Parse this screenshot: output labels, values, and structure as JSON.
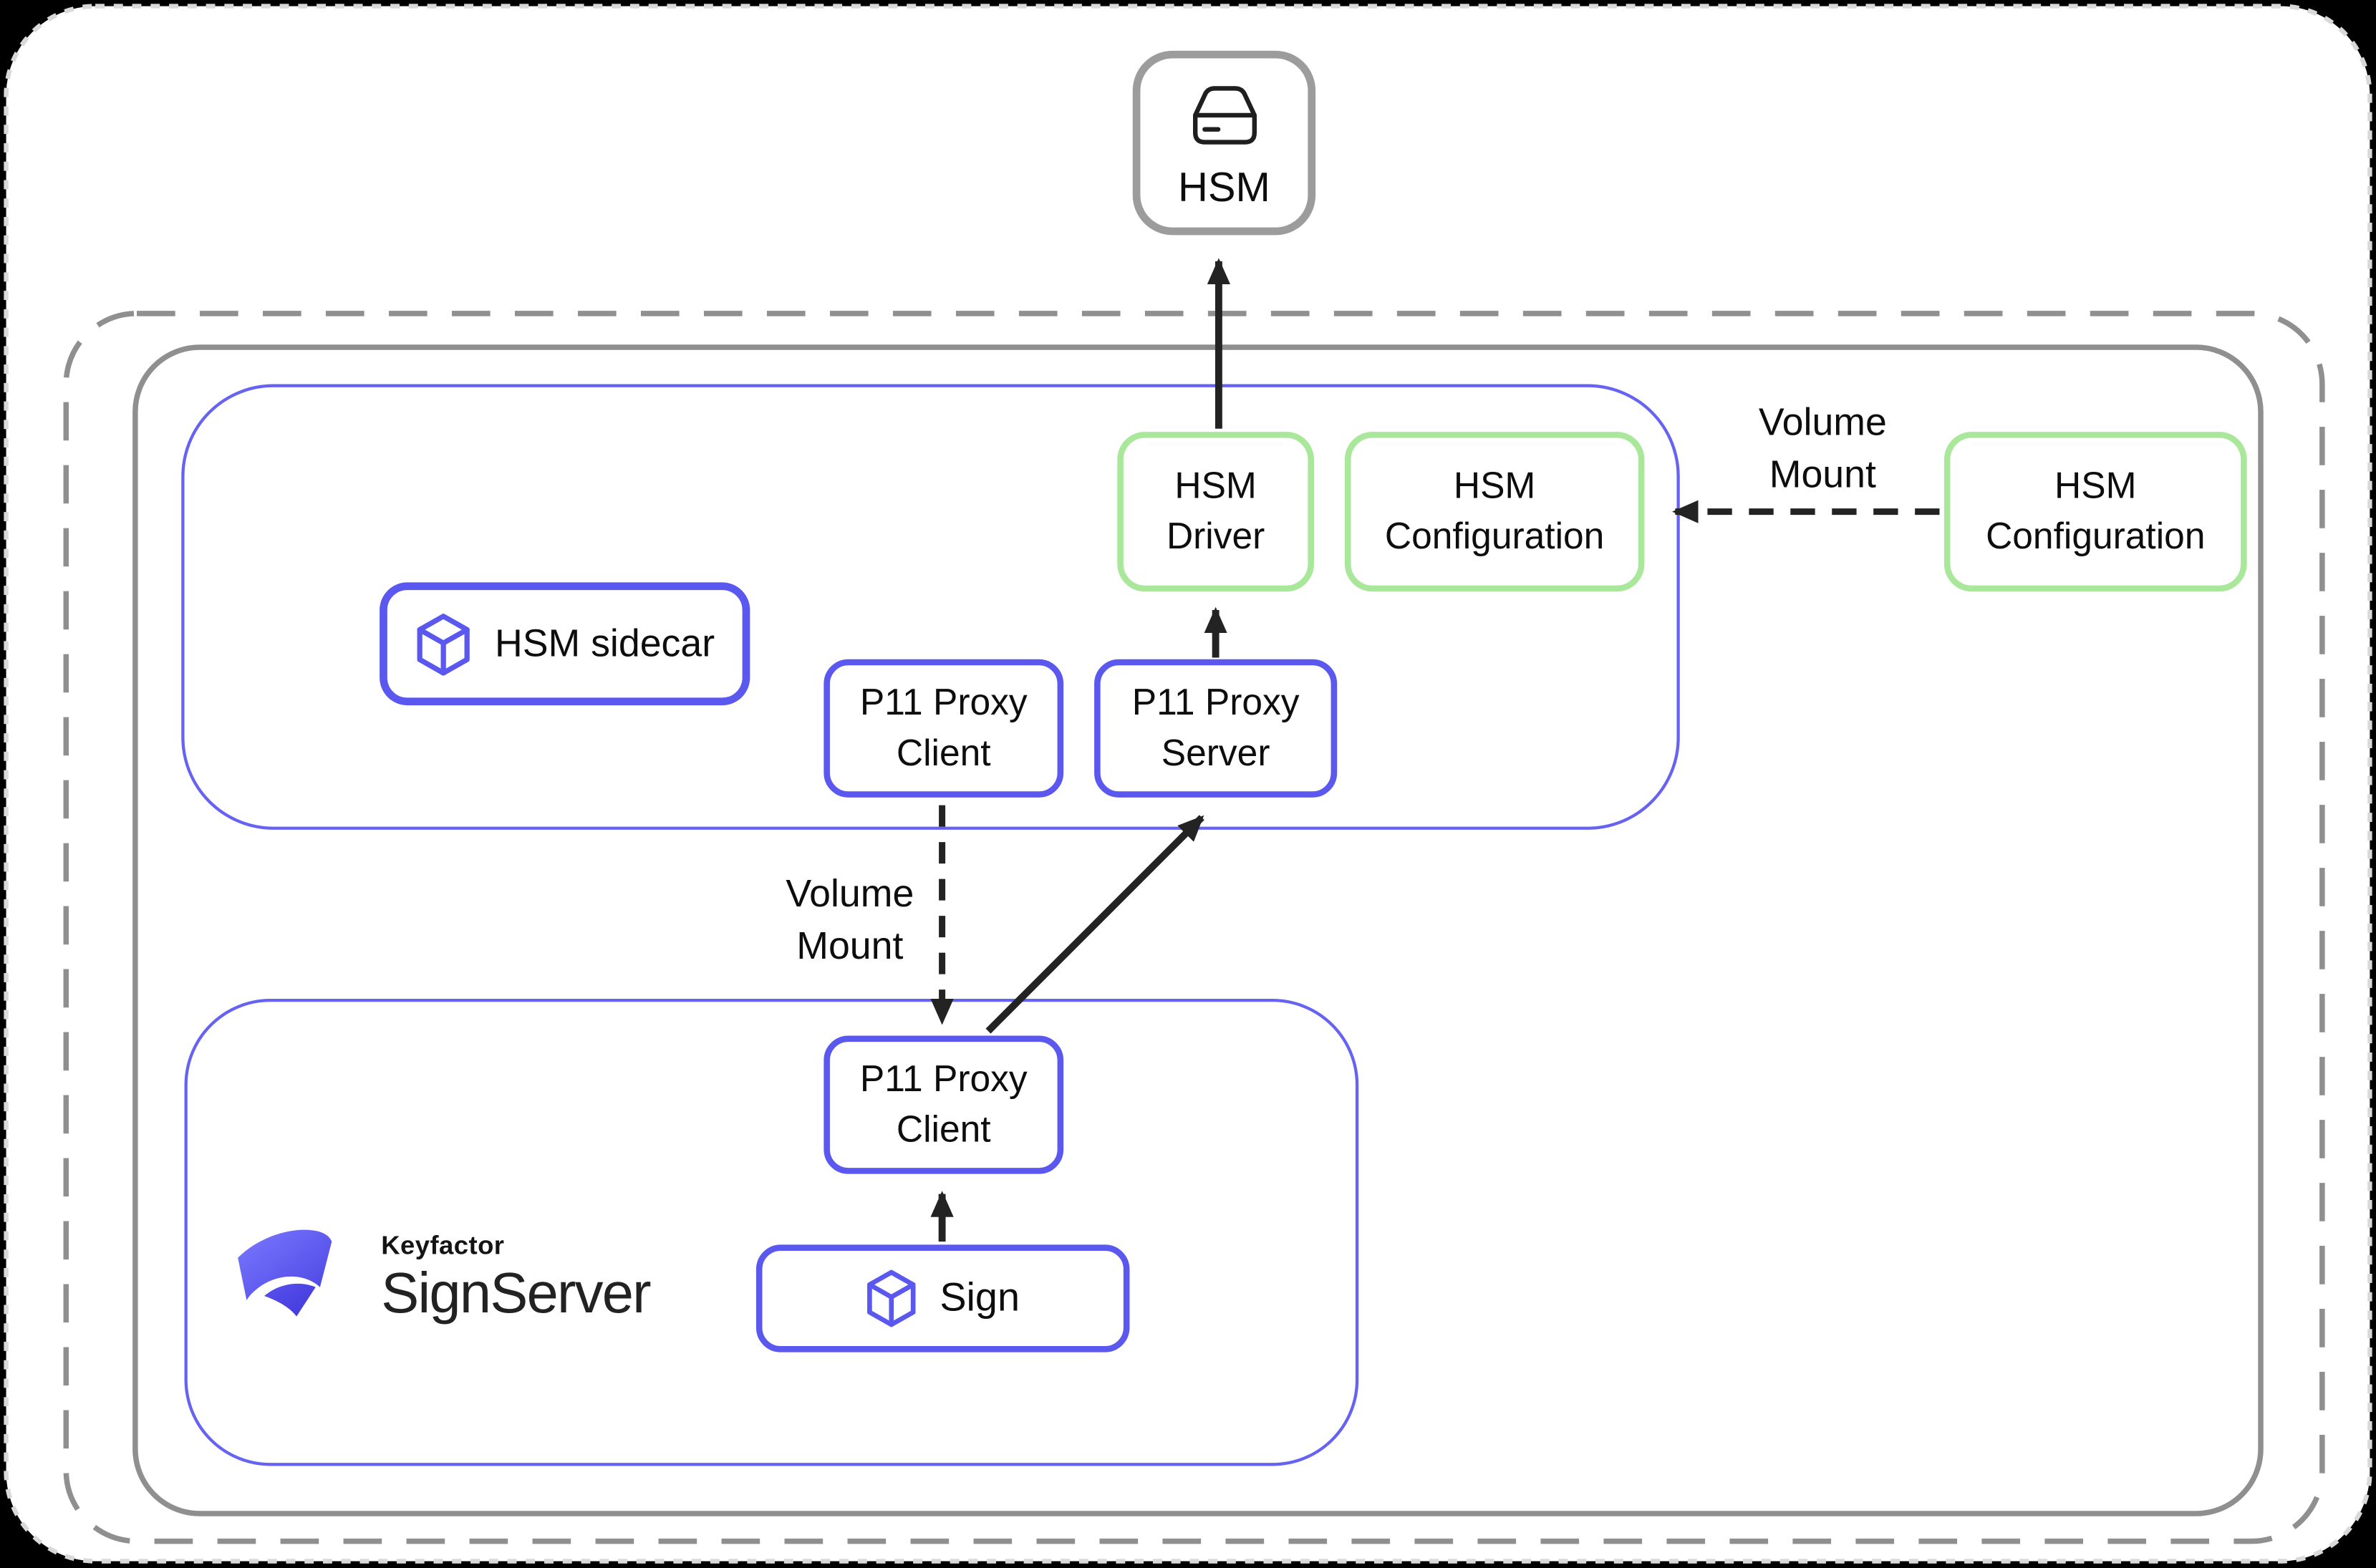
{
  "diagram": {
    "external": {
      "hsm": {
        "label": "HSM",
        "icon": "hsm-drive-icon"
      },
      "hsm_configuration": {
        "label": "HSM\nConfiguration"
      }
    },
    "edge_labels": {
      "volume_mount_right": "Volume\nMount",
      "volume_mount_middle": "Volume\nMount"
    },
    "hsm_sidecar_container": {
      "title": "HSM sidecar",
      "title_icon": "package-cube-icon",
      "nodes": {
        "hsm_driver": {
          "label": "HSM\nDriver"
        },
        "hsm_configuration": {
          "label": "HSM\nConfiguration"
        },
        "p11_proxy_client": {
          "label": "P11 Proxy\nClient"
        },
        "p11_proxy_server": {
          "label": "P11 Proxy\nServer"
        }
      }
    },
    "signserver_container": {
      "brand": {
        "company": "Keyfactor",
        "product": "SignServer",
        "icon": "keyfactor-ribbon-logo"
      },
      "nodes": {
        "p11_proxy_client": {
          "label": "P11 Proxy\nClient"
        },
        "sign": {
          "label": "Sign",
          "icon": "package-cube-icon"
        }
      }
    },
    "colors": {
      "indigo": "#5b58f0",
      "container_indigo": "#6663f3",
      "green": "#a9e79b",
      "frame_gray": "#8f8f8f",
      "hsm_border_gray": "#9c9c9c",
      "arrow_black": "#232323",
      "logo_gradient_start": "#7b79ff",
      "logo_gradient_end": "#4038d8"
    }
  }
}
